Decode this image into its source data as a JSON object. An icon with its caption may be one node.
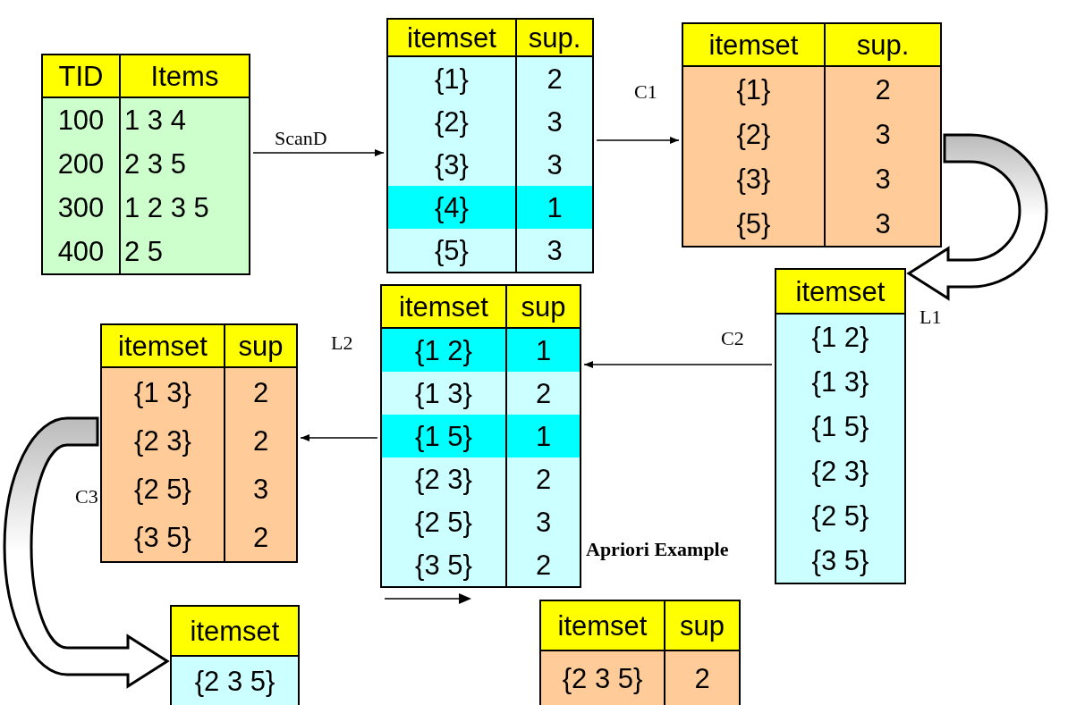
{
  "diagram": {
    "nodes": [
      {
        "text": [
          "TID",
          "Items",
          "100",
          "1 3 4",
          "200",
          "2 3 5",
          "300",
          "1 2 3 5",
          "400",
          "2 5"
        ]
      },
      {
        "text": [
          "itemset",
          "sup.",
          "{1}",
          "2",
          "{2}",
          "3",
          "{3}",
          "3",
          "{4}",
          "1",
          "{5}",
          "3"
        ]
      },
      {
        "text": [
          "itemset",
          "sup.",
          "{1}",
          "2",
          "{2}",
          "3",
          "{3}",
          "3",
          "{5}",
          "3"
        ]
      },
      {
        "text": [
          "itemset",
          "{1 2}",
          "{1 3}",
          "{1 5}",
          "{2 3}",
          "{2 5}",
          "{3 5}"
        ],
        "beside": [
          "L1"
        ]
      },
      {
        "text": [
          "itemset",
          "sup",
          "{1 2}",
          "1",
          "{1 3}",
          "2",
          "{1 5}",
          "1",
          "{2 3}",
          "2",
          "{2 5}",
          "3",
          "{3 5}",
          "2"
        ]
      },
      {
        "text": [
          "itemset",
          "sup",
          "{1 3}",
          "2",
          "{2 3}",
          "2",
          "{2 5}",
          "3",
          "{3 5}",
          "2"
        ],
        "beside": [
          "C3"
        ]
      },
      {
        "text": [
          "itemset",
          "{2 3 5}"
        ]
      },
      {
        "text": [
          "itemset",
          "sup",
          "{2 3 5}",
          "2"
        ]
      }
    ],
    "edges": [
      {
        "from": 0,
        "to": 1,
        "arrow": "to",
        "label": "ScanD"
      },
      {
        "from": 1,
        "to": 2,
        "arrow": "to"
      },
      {
        "from": 2,
        "to": 3,
        "arrow": "to",
        "style": "thick"
      },
      {
        "from": 3,
        "to": 4,
        "arrow": "to"
      },
      {
        "from": 4,
        "to": 5,
        "arrow": "to"
      },
      {
        "from": 5,
        "to": 6,
        "arrow": "to",
        "style": "thick"
      }
    ],
    "labels": [
      "C1",
      "C2",
      "L2",
      "Apriori Example"
    ]
  }
}
